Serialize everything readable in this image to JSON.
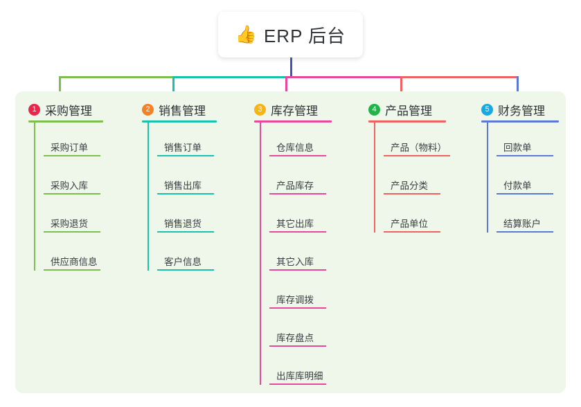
{
  "root": {
    "emoji": "👍",
    "icon_name": "thumbs-up-icon",
    "title": "ERP 后台"
  },
  "theme": {
    "page_bg": "#ffffff",
    "panel_bg": "#eef7e9",
    "card_bg": "#ffffff",
    "text": "#2f3237",
    "trunk_color": "#4055b4"
  },
  "columns": [
    {
      "index": "1",
      "badge_color": "#e8274b",
      "line_color": "#7cbf4f",
      "title": "采购管理",
      "items": [
        "采购订单",
        "采购入库",
        "采购退货",
        "供应商信息"
      ]
    },
    {
      "index": "2",
      "badge_color": "#f08229",
      "line_color": "#18c2ae",
      "title": "销售管理",
      "items": [
        "销售订单",
        "销售出库",
        "销售退货",
        "客户信息"
      ]
    },
    {
      "index": "3",
      "badge_color": "#f5b518",
      "line_color": "#e8489c",
      "title": "库存管理",
      "items": [
        "仓库信息",
        "产品库存",
        "其它出库",
        "其它入库",
        "库存调拨",
        "库存盘点",
        "出库库明细"
      ]
    },
    {
      "index": "4",
      "badge_color": "#21b34a",
      "line_color": "#f0625f",
      "title": "产品管理",
      "items": [
        "产品（物料）",
        "产品分类",
        "产品单位"
      ]
    },
    {
      "index": "5",
      "badge_color": "#18a9e0",
      "line_color": "#5a79d6",
      "title": "财务管理",
      "items": [
        "回款单",
        "付款单",
        "结算账户"
      ]
    }
  ]
}
